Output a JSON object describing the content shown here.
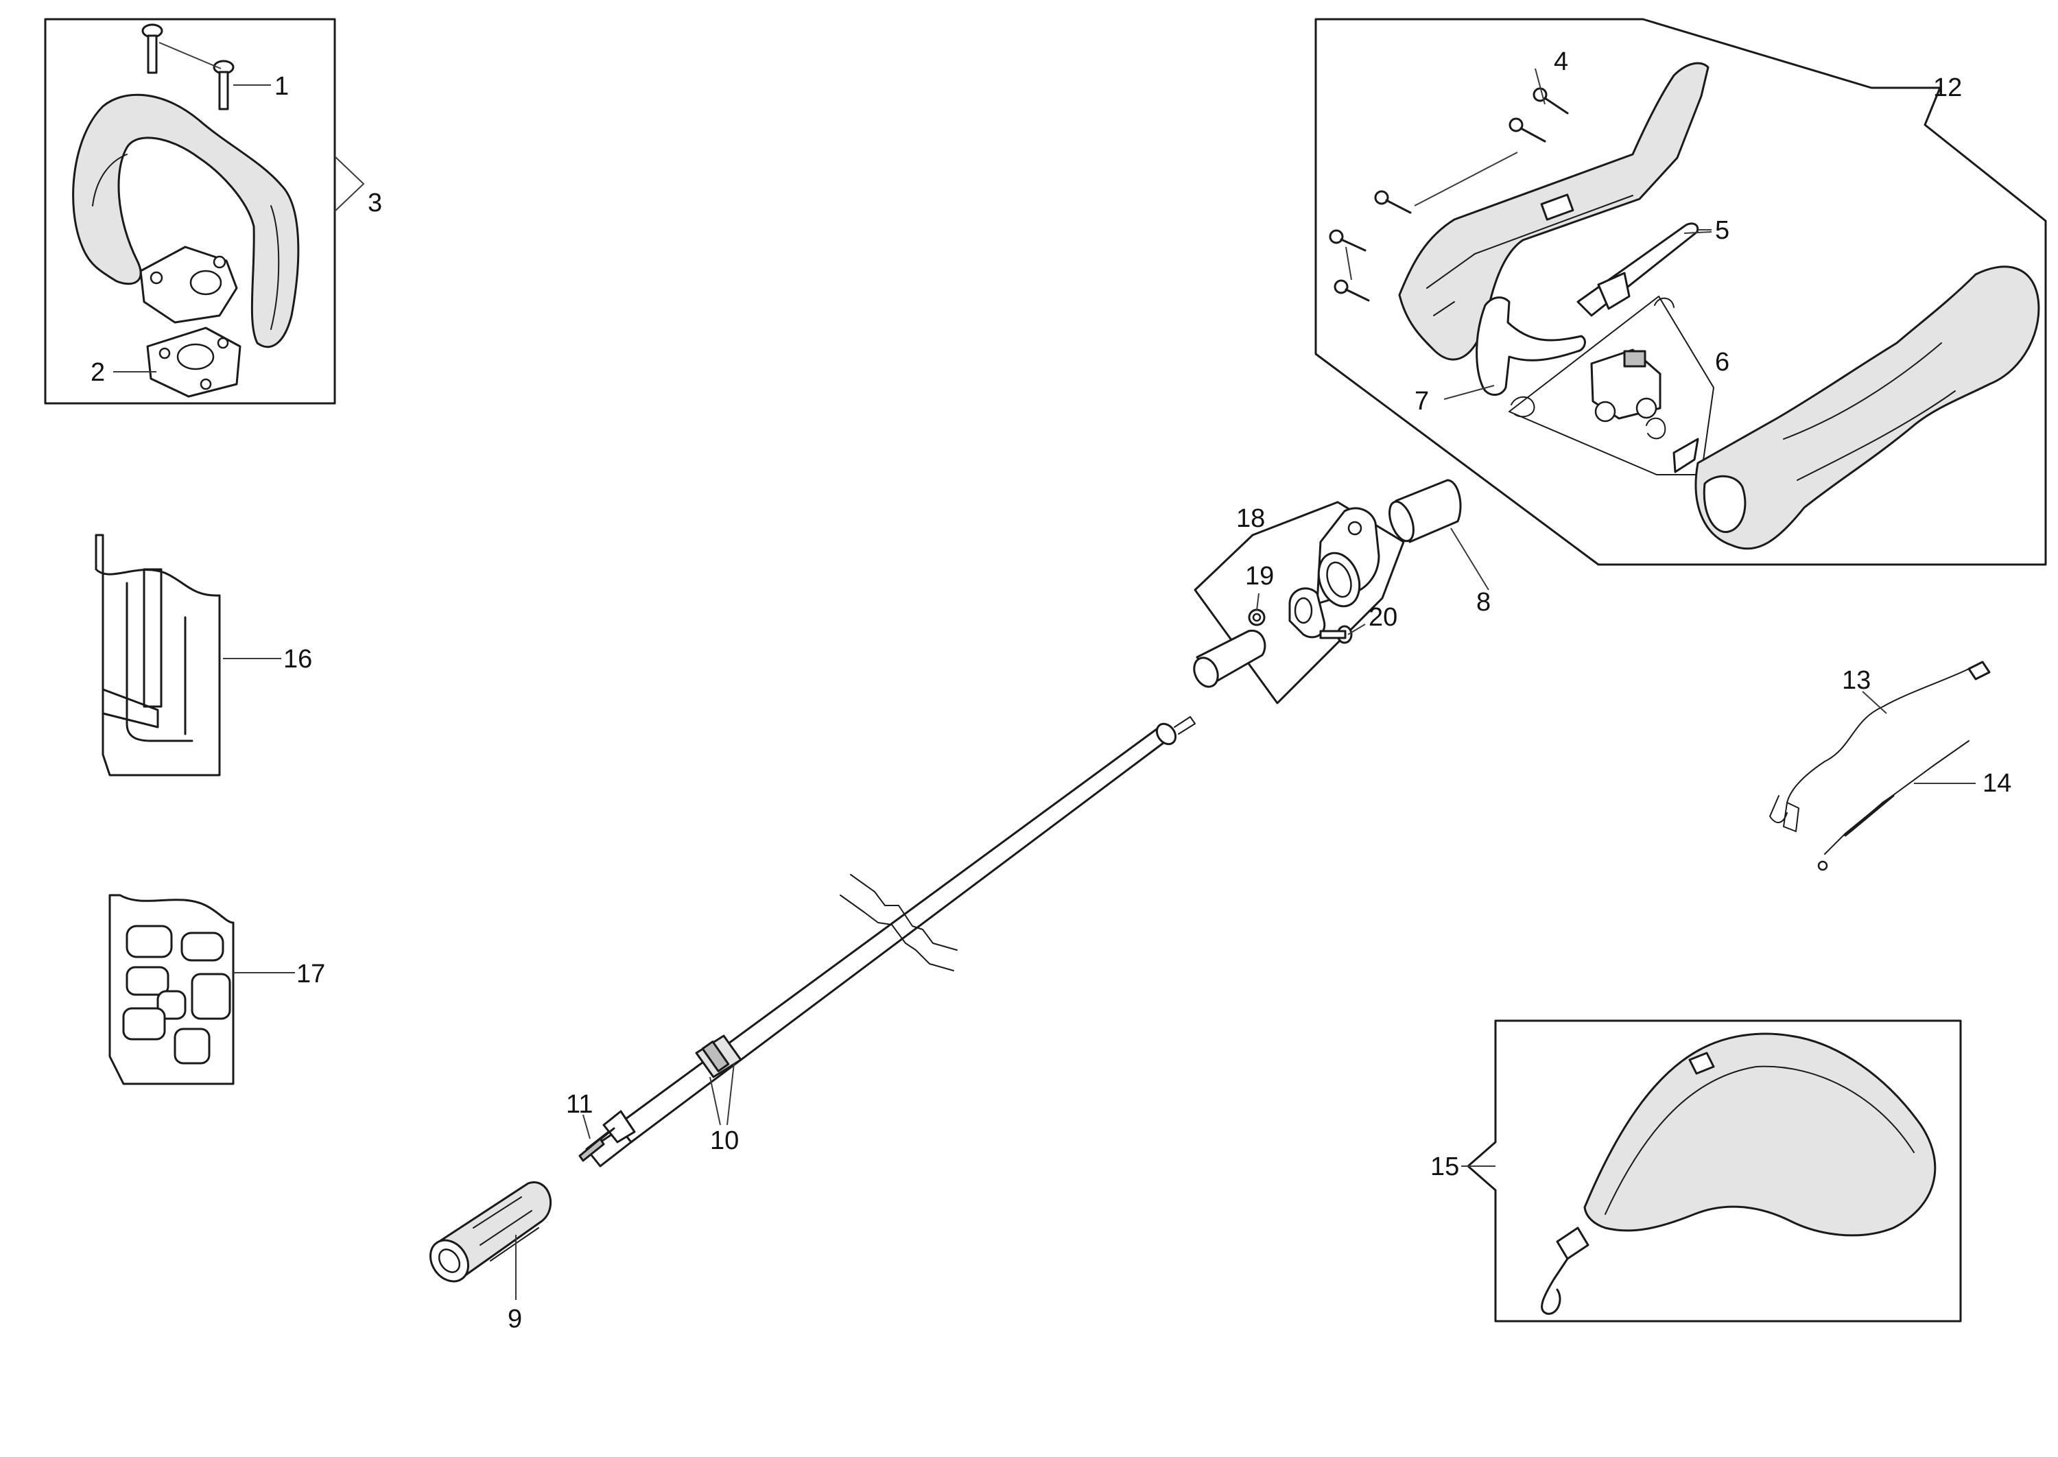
{
  "callouts": [
    {
      "id": "1",
      "text": "1"
    },
    {
      "id": "2",
      "text": "2"
    },
    {
      "id": "3",
      "text": "3"
    },
    {
      "id": "4",
      "text": "4"
    },
    {
      "id": "5",
      "text": "5"
    },
    {
      "id": "6",
      "text": "6"
    },
    {
      "id": "7",
      "text": "7"
    },
    {
      "id": "8",
      "text": "8"
    },
    {
      "id": "9",
      "text": "9"
    },
    {
      "id": "10",
      "text": "10"
    },
    {
      "id": "11",
      "text": "11"
    },
    {
      "id": "12",
      "text": "12"
    },
    {
      "id": "13",
      "text": "13"
    },
    {
      "id": "14",
      "text": "14"
    },
    {
      "id": "15",
      "text": "15"
    },
    {
      "id": "16",
      "text": "16"
    },
    {
      "id": "17",
      "text": "17"
    },
    {
      "id": "18",
      "text": "18"
    },
    {
      "id": "19",
      "text": "19"
    },
    {
      "id": "20",
      "text": "20"
    }
  ],
  "colors": {
    "line": "#1a1a1a",
    "fill_light": "#e4e4e4",
    "fill_mid": "#bdbdbd",
    "background": "#ffffff"
  }
}
